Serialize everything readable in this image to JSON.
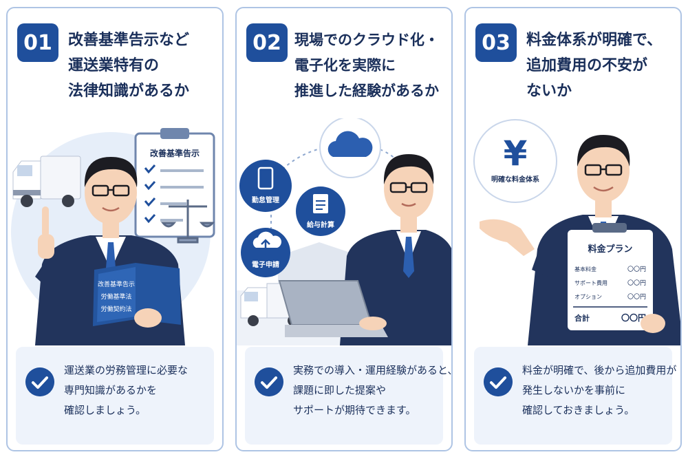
{
  "panels": [
    {
      "number": "01",
      "title": [
        "改善基準告示など",
        "運送業特有の",
        "法律知識があるか"
      ],
      "clipboard_title": "改善基準告示",
      "book_lines": [
        "改善基準告示",
        "労働基準法",
        "労働契約法"
      ],
      "note": [
        "運送業の労務管理に必要な",
        "専門知識があるかを",
        "確認しましょう。"
      ]
    },
    {
      "number": "02",
      "title": [
        "現場でのクラウド化・",
        "電子化を実際に",
        "推進した経験があるか"
      ],
      "labels": {
        "attendance": "勤怠管理",
        "payroll": "給与計算",
        "e_application": "電子申請"
      },
      "note": [
        "実務での導入・運用経験があると、",
        "課題に即した提案や",
        "サポートが期待できます。"
      ]
    },
    {
      "number": "03",
      "title": [
        "料金体系が明確で、",
        "追加費用の不安が",
        "ないか"
      ],
      "yen_symbol": "¥",
      "yen_label": "明確な料金体系",
      "plan": {
        "title": "料金プラン",
        "rows": [
          {
            "label": "基本料金",
            "value": "〇〇円"
          },
          {
            "label": "サポート費用",
            "value": "〇〇円"
          },
          {
            "label": "オプション",
            "value": "〇〇円"
          }
        ],
        "total_label": "合計",
        "total_value": "〇〇円"
      },
      "note": [
        "料金が明確で、後から追加費用が",
        "発生しないかを事前に",
        "確認しておきましょう。"
      ]
    }
  ],
  "colors": {
    "primary": "#1f4f9c",
    "border": "#aec4e4",
    "note_bg": "#eef3fb",
    "suit": "#22345c",
    "skin": "#f6d3b8"
  }
}
